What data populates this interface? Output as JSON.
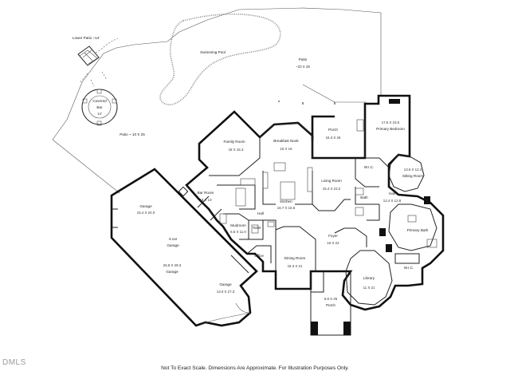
{
  "rooms": {
    "lower_patio": "Lower Patio ~14'",
    "swimming_pool": "Swimming Pool",
    "patio_main": {
      "name": "Patio",
      "dims": "~23 X 28"
    },
    "covered_bar": {
      "name": "Covered",
      "name2": "Bar",
      "dims": "14'"
    },
    "patio_side": "Patio ~ 10 X 25",
    "family_room": {
      "name": "Family Room",
      "dims": "18 X 16.3"
    },
    "breakfast_nook": {
      "name": "Breakfast Nook",
      "dims": "16 X 16"
    },
    "porch_rear": {
      "name": "Porch",
      "dims": "16.3 X 26"
    },
    "primary_bedroom": {
      "name": "17.6 X 23.5",
      "dims": "Primary Bedroom"
    },
    "wic_1": "W.I.C.",
    "sitting_room": {
      "name": "13.6 X 12.2",
      "dims": "Sitting Room"
    },
    "living_room": {
      "name": "Living Room",
      "dims": "15.4 X 23.2"
    },
    "kitchen": {
      "name": "Kitchen",
      "dims": "16.7 X 16.6"
    },
    "bar_room": {
      "name": "Bar Room",
      "dims": "18 X 13"
    },
    "garage_a": {
      "name": "Garage",
      "dims": "15.4 X 24.0"
    },
    "garage_4car": {
      "name": "4-car",
      "name2": "Garage"
    },
    "garage_b": {
      "name": "26.8 X 29.3",
      "dims": "Garage"
    },
    "garage_c": {
      "name": "Garage",
      "dims": "13.0 X 27.3"
    },
    "mudroom": {
      "name": "Mudroom",
      "dims": "6.5 X 11.0"
    },
    "toilet": "Toilet",
    "hall_small": "Hall",
    "office": "Office",
    "dining_room": {
      "name": "Dining Room",
      "dims": "15.3 X 21"
    },
    "foyer": {
      "name": "Foyer",
      "dims": "16 X 22"
    },
    "hall": {
      "name": "Hall",
      "dims": "12.4 X 12.8"
    },
    "bath": "Bath",
    "primary_bath": "Primary Bath",
    "wic_2": "W.I.C.",
    "library": {
      "name": "Library",
      "dims": "11 X 21"
    },
    "porch_front": {
      "name": "6.8 X 25",
      "dims": "Porch"
    }
  },
  "footer": {
    "disclaimer": "Not To Exact Scale. Dimensions Are Approximate. For Illustration Purposes Only.",
    "watermark": "DMLS"
  }
}
